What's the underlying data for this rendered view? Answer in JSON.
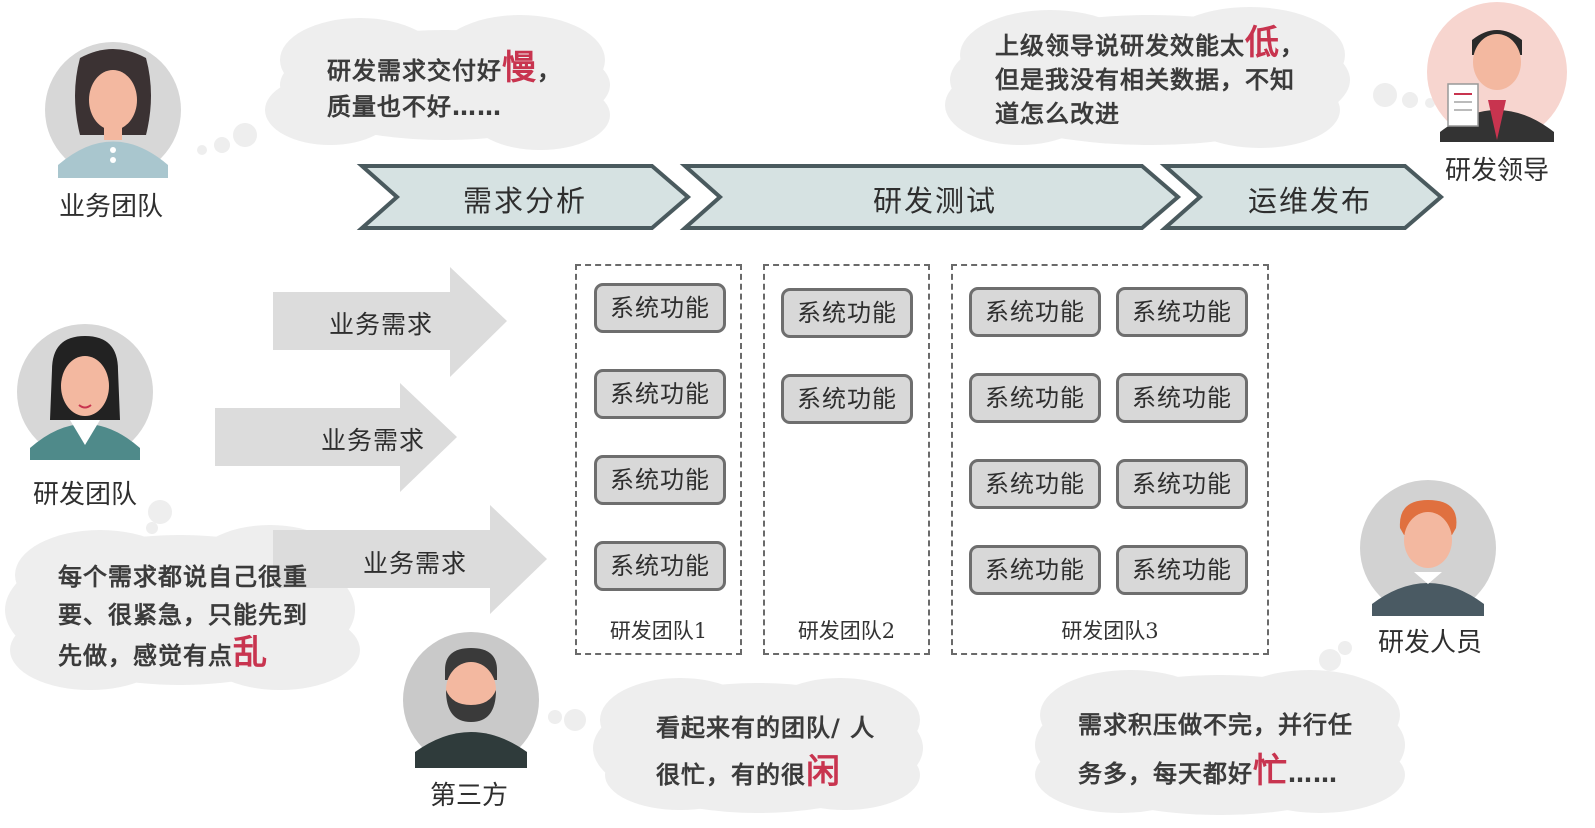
{
  "pipeline": {
    "stages": [
      {
        "label": "需求分析"
      },
      {
        "label": "研发测试"
      },
      {
        "label": "运维发布"
      }
    ]
  },
  "personas": {
    "business_team": {
      "label": "业务团队"
    },
    "dev_team": {
      "label": "研发团队"
    },
    "third_party": {
      "label": "第三方"
    },
    "dev_leader": {
      "label": "研发领导"
    },
    "developer": {
      "label": "研发人员"
    }
  },
  "clouds": {
    "business": {
      "line1": "研发需求交付好",
      "hl": "慢",
      "line1_end": "，",
      "line2": "质量也不好……"
    },
    "leader": {
      "line1": "上级领导说研发效能太",
      "hl": "低",
      "line1_end": "，",
      "line2": "但是我没有相关数据，不知",
      "line3": "道怎么改进"
    },
    "devteam": {
      "line1": "每个需求都说自己很重",
      "line2": "要、很紧急，只能先到",
      "line3": "先做，感觉有点",
      "hl": "乱"
    },
    "third": {
      "line1": "看起来有的团队/ 人",
      "line2": "很忙，有的很",
      "hl": "闲"
    },
    "developer": {
      "line1": "需求积压做不完，并行任",
      "line2": "务多，每天都好",
      "hl": "忙",
      "line2_end": "……"
    }
  },
  "requirements": [
    {
      "label": "业务需求"
    },
    {
      "label": "业务需求"
    },
    {
      "label": "业务需求"
    }
  ],
  "teams": [
    {
      "label": "研发团队1",
      "functions": [
        "系统功能",
        "系统功能",
        "系统功能",
        "系统功能"
      ]
    },
    {
      "label": "研发团队2",
      "functions": [
        "系统功能",
        "系统功能"
      ]
    },
    {
      "label": "研发团队3",
      "functions": [
        "系统功能",
        "系统功能",
        "系统功能",
        "系统功能",
        "系统功能",
        "系统功能",
        "系统功能",
        "系统功能"
      ]
    }
  ],
  "colors": {
    "highlight": "#c8344f",
    "cloud": "#eeeeee",
    "chevron_fill": "#d6e2e2",
    "chevron_stroke": "#4a5a5e",
    "arrow": "#dcdcdc",
    "function_fill": "#d8d8d8"
  }
}
